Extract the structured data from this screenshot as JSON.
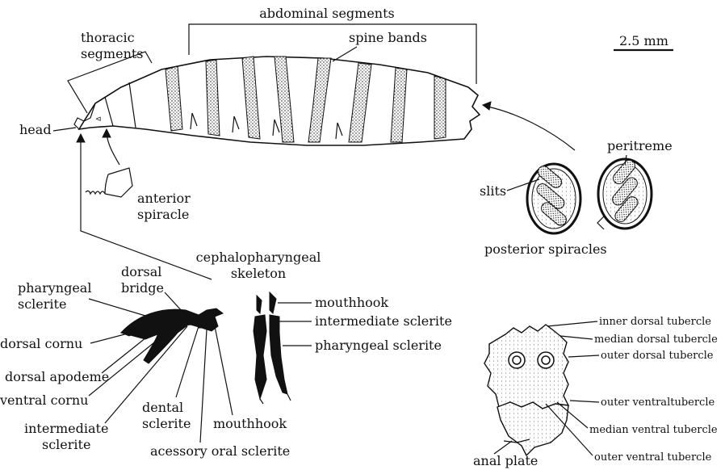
{
  "labels": {
    "abdominal_segments": "abdominal segments",
    "thoracic_segments_line1": "thoracic",
    "thoracic_segments_line2": "segments",
    "spine_bands": "spine bands",
    "scale": "2.5 mm",
    "head": "head",
    "anterior_spiracle_line1": "anterior",
    "anterior_spiracle_line2": "spiracle",
    "peritreme": "peritreme",
    "slits": "slits",
    "posterior_spiracles": "posterior spiracles",
    "cephalo_line1": "cephalopharyngeal",
    "cephalo_line2": "skeleton",
    "pharyngeal_sclerite_line1": "pharyngeal",
    "pharyngeal_sclerite_line2": "sclerite",
    "dorsal_bridge_line1": "dorsal",
    "dorsal_bridge_line2": "bridge",
    "dorsal_cornu": "dorsal cornu",
    "dorsal_apodeme": "dorsal apodeme",
    "ventral_cornu": "ventral cornu",
    "intermediate_sclerite_line1": "intermediate",
    "intermediate_sclerite_line2": "sclerite",
    "dental_sclerite_line1": "dental",
    "dental_sclerite_line2": "sclerite",
    "mouthhook_bottom": "mouthhook",
    "acessory_oral_sclerite": "acessory oral sclerite",
    "mouthhook_right": "mouthhook",
    "intermediate_sclerite_right": "intermediate sclerite",
    "pharyngeal_sclerite_right": "pharyngeal sclerite",
    "inner_dorsal_tubercle": "inner dorsal tubercle",
    "median_dorsal_tubercle": "median dorsal tubercle",
    "outer_dorsal_tubercle": "outer dorsal tubercle",
    "outer_ventral_tubercle_1": "outer ventraltubercle",
    "median_ventral_tubercle": "median ventral tubercle",
    "outer_ventral_tubercle_2": "outer ventral tubercle",
    "anal_plate": "anal plate"
  }
}
